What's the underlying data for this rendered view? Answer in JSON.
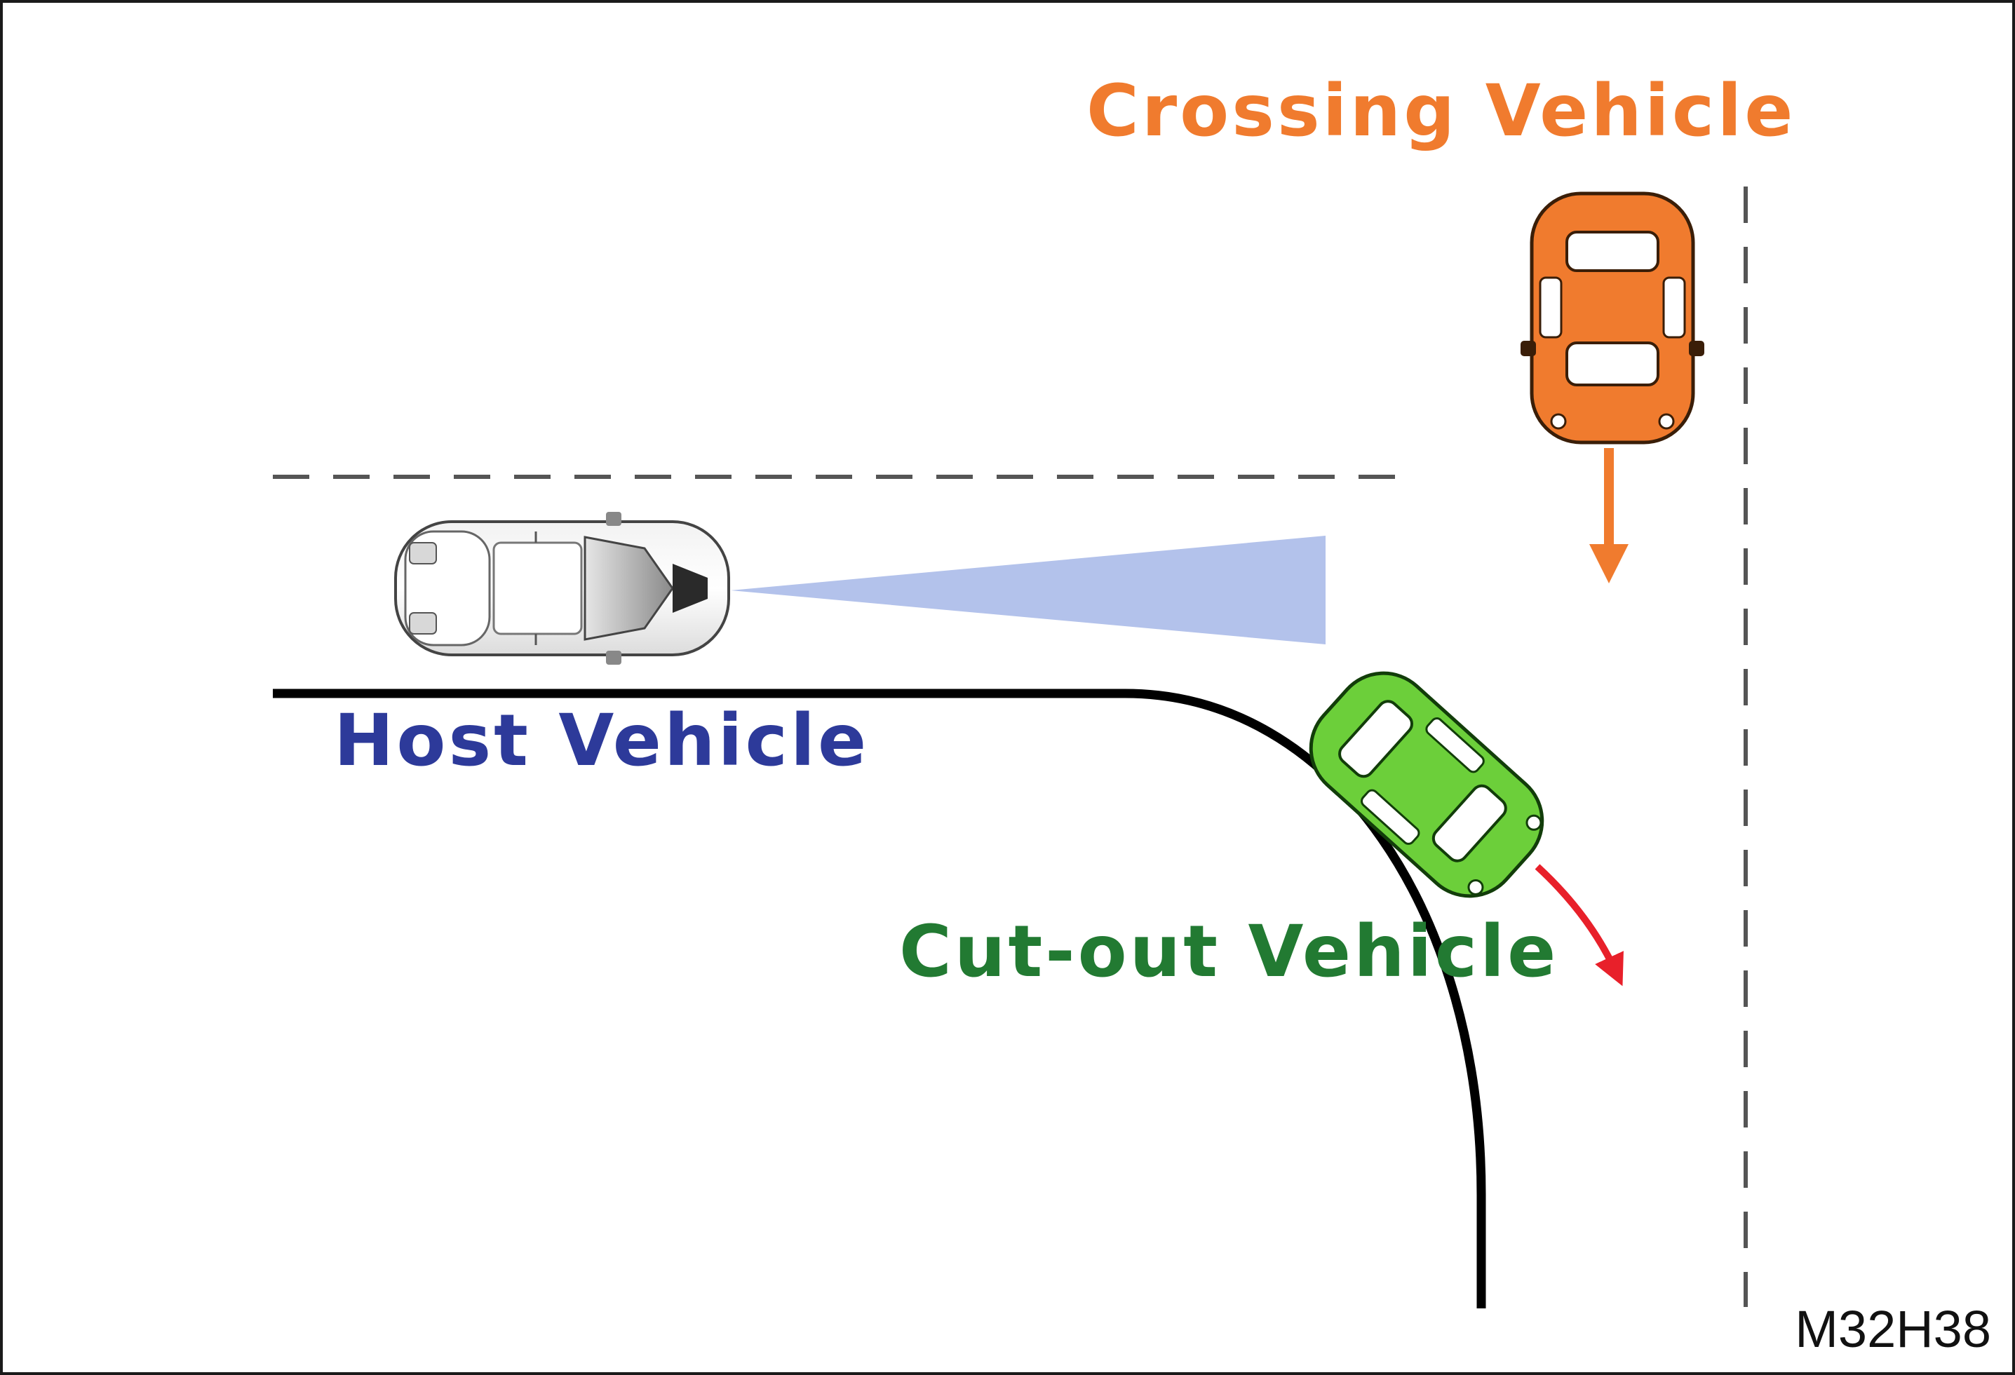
{
  "labels": {
    "crossing_vehicle": "Crossing Vehicle",
    "host_vehicle": "Host Vehicle",
    "cutout_vehicle": "Cut-out Vehicle"
  },
  "figure_code": "M32H38",
  "colors": {
    "crossing_vehicle": "#f07b2e",
    "host_vehicle_label": "#2d3a9a",
    "cutout_vehicle": "#6ccf3a",
    "cutout_vehicle_label": "#227a32",
    "cutout_arrow": "#e8202a",
    "sensor_beam": "#b3c2eb",
    "road_line": "#000000",
    "lane_marking": "#555555"
  },
  "icons": {
    "host": "silver-car-top-view-icon",
    "crossing": "orange-car-top-view-icon",
    "cutout": "green-car-top-view-icon"
  }
}
